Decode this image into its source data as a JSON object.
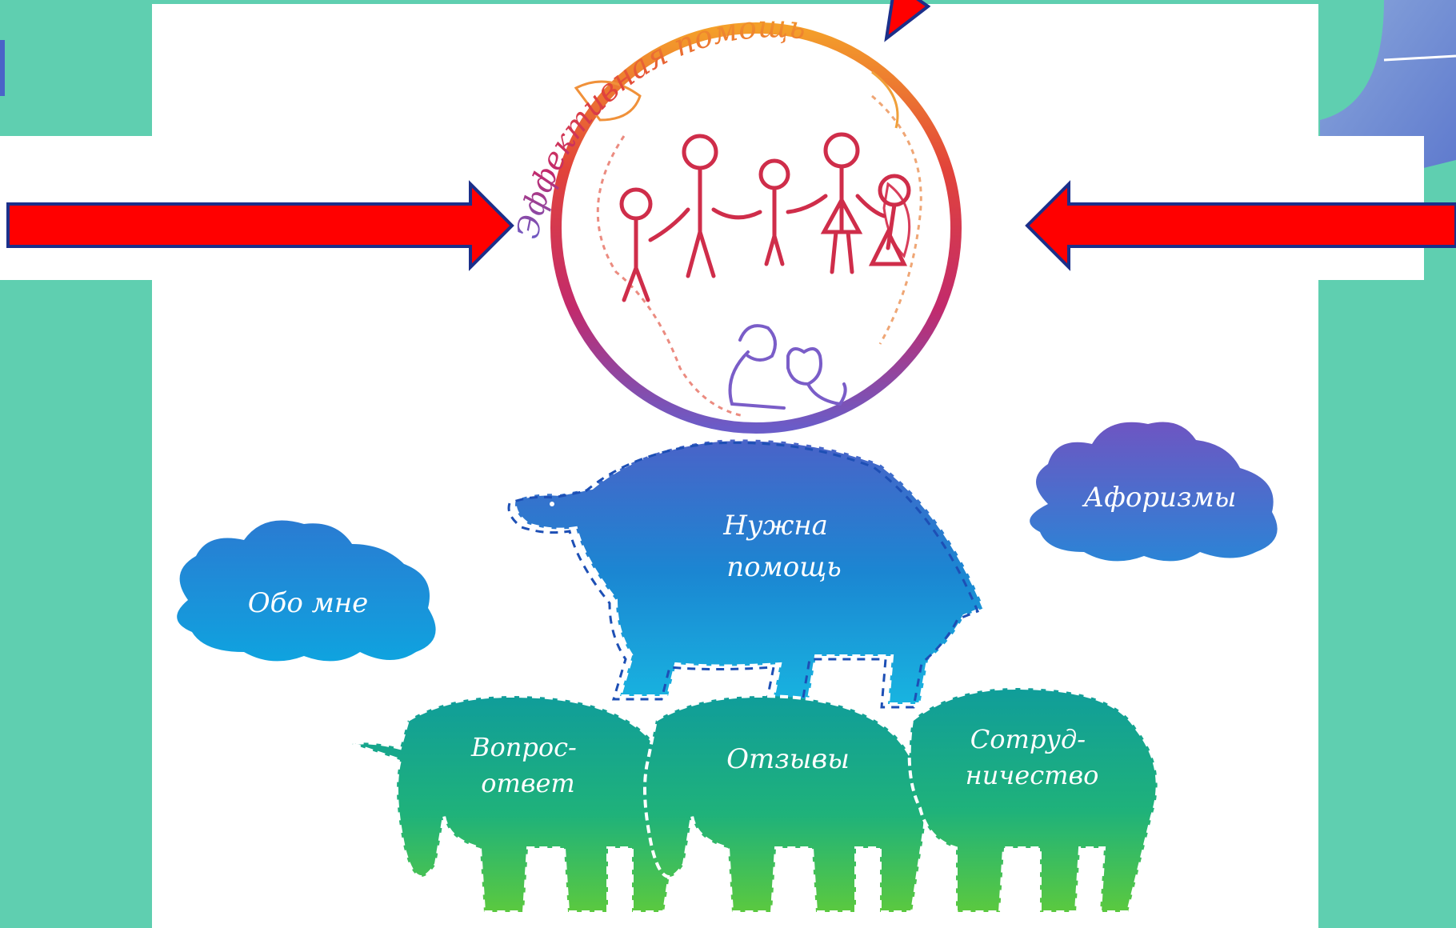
{
  "slide": {
    "arc_title": "Эффективная помощь",
    "menu": {
      "about": "Обо мне",
      "aphorisms": "Афоризмы",
      "need_help": [
        "Нужна",
        "помощь"
      ],
      "qa": [
        "Вопрос-",
        "ответ"
      ],
      "reviews": "Отзывы",
      "cooperation": [
        "Сотруд-",
        "ничество"
      ]
    }
  },
  "colors": {
    "slide_background": "#5fcfb0",
    "canvas": "#ffffff",
    "arrow_fill": "#ff0000",
    "arrow_stroke": "#1b2f8a",
    "cloud_blue": "#1e88d6",
    "cloud_purple": "#5a63c4",
    "turtle_top": "#3b6fd0",
    "turtle_bottom": "#17b0e0",
    "elephant_top": "#13a597",
    "elephant_bottom": "#4cc44a"
  },
  "icons": [
    "arrow-right-icon",
    "arrow-left-icon",
    "arrow-down-icon",
    "globe-icon",
    "people-icon",
    "dog-cat-icon",
    "turtle-icon",
    "elephant-icon",
    "cloud-icon"
  ]
}
